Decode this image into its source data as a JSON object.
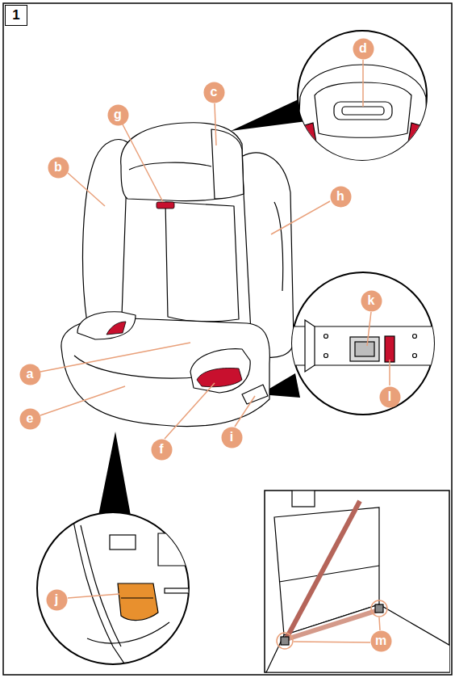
{
  "diagram": {
    "nodes": [
      {
        "text": [
          "1"
        ]
      },
      {
        "text": [
          "d"
        ]
      },
      {
        "text": [
          "c"
        ]
      },
      {
        "text": [
          "g"
        ]
      },
      {
        "text": [
          "b"
        ]
      },
      {
        "text": [
          "h"
        ]
      },
      {
        "text": [
          "k"
        ]
      },
      {
        "text": [
          "a"
        ]
      },
      {
        "text": [
          "l"
        ]
      },
      {
        "text": [
          "e"
        ]
      },
      {
        "text": [
          "i"
        ]
      },
      {
        "text": [
          "f"
        ]
      },
      {
        "text": [
          "j"
        ]
      },
      {
        "text": [
          "m"
        ]
      }
    ]
  }
}
